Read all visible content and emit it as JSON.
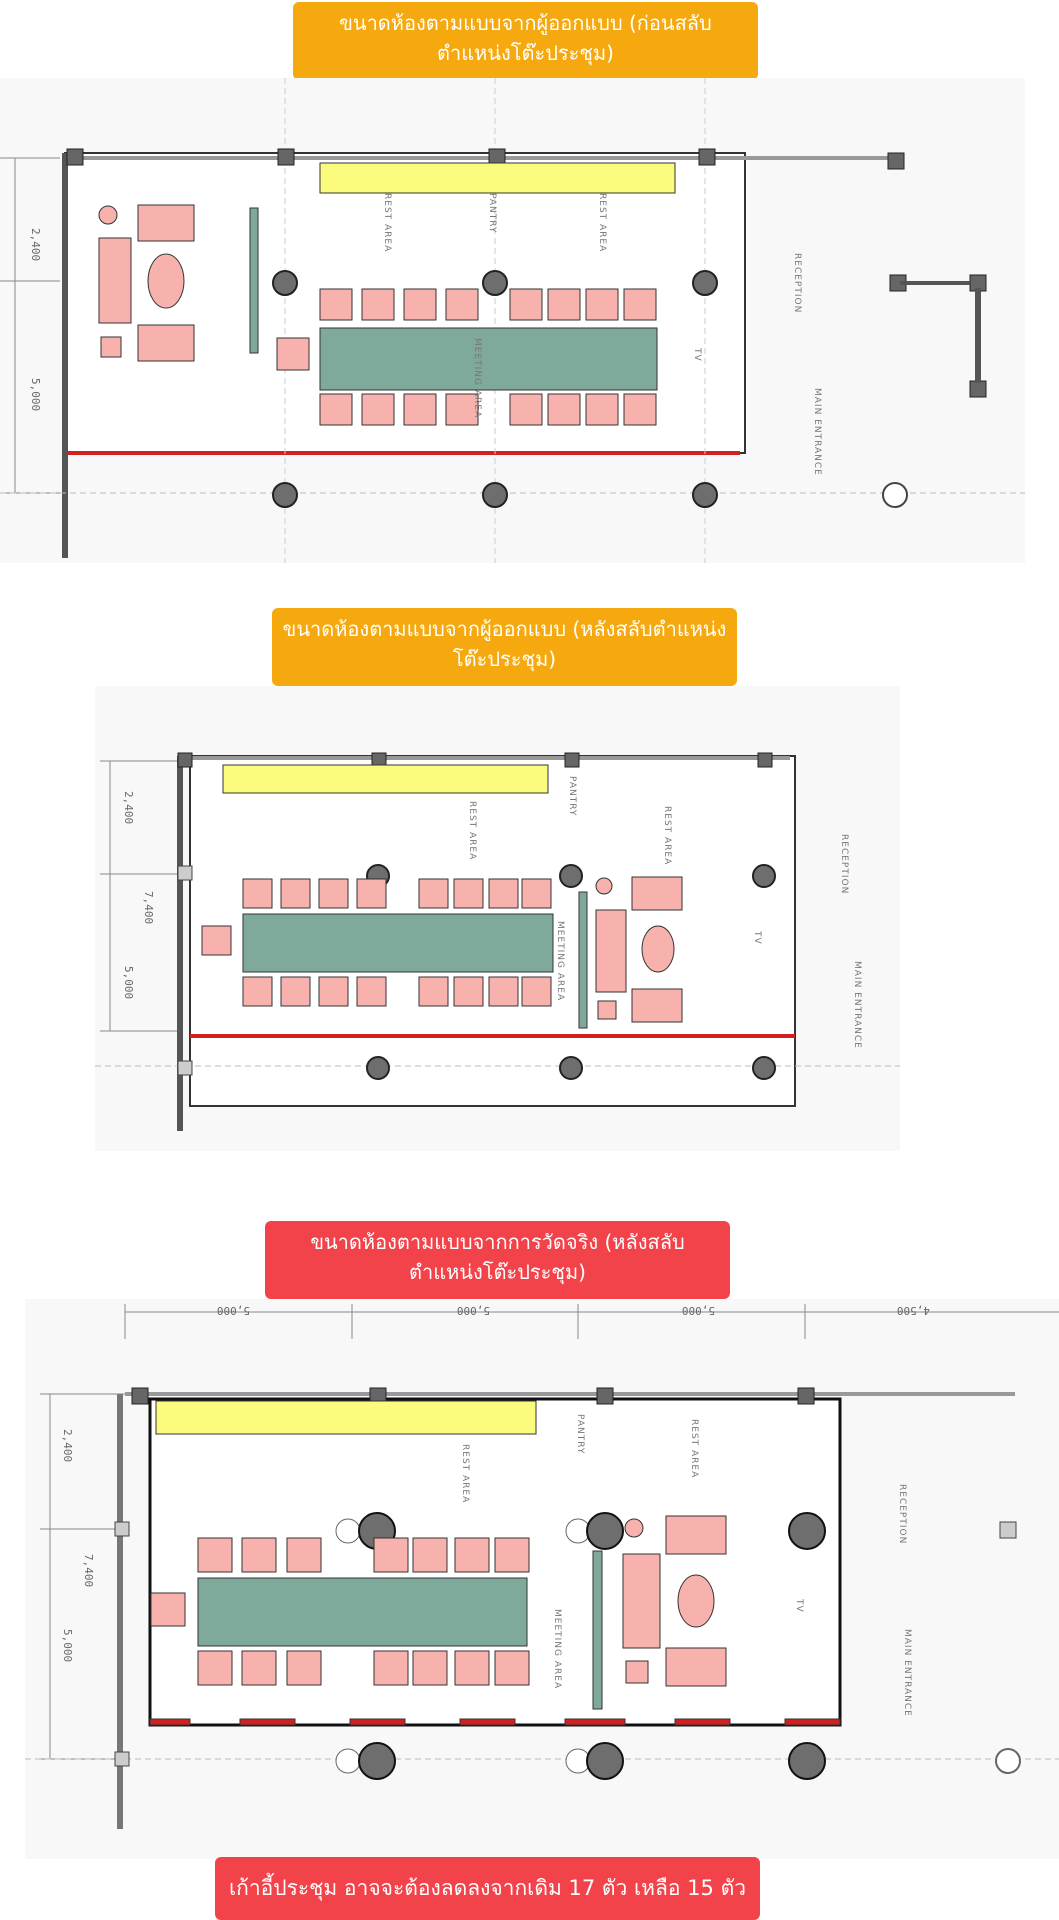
{
  "labels": {
    "plan1": "ขนาดห้องตามแบบจากผู้ออกแบบ (ก่อนสลับตำแหน่งโต๊ะประชุม)",
    "plan2": "ขนาดห้องตามแบบจากผู้ออกแบบ (หลังสลับตำแหน่งโต๊ะประชุม)",
    "plan3": "ขนาดห้องตามแบบจากการวัดจริง (หลังสลับตำแหน่งโต๊ะประชุม)",
    "footer": "เก้าอี้ประชุม อาจจะต้องลดลงจากเดิม 17 ตัว เหลือ 15 ตัว"
  },
  "dims": {
    "d2400": "2,400",
    "d5000": "5,000",
    "d7400": "7,400",
    "d4500": "4,500"
  },
  "room_text": {
    "rest_area": "REST AREA",
    "pantry": "PANTRY",
    "meeting_area": "MEETING AREA",
    "reception": "RECEPTION",
    "main_entrance": "MAIN ENTRANCE",
    "tv": "TV"
  },
  "colors": {
    "orange": "#f6a90f",
    "red": "#f2434a",
    "chair": "#f8b2ae",
    "table": "#7fa99b",
    "yellow": "#fbfb7e",
    "column": "#6e6e6e"
  }
}
